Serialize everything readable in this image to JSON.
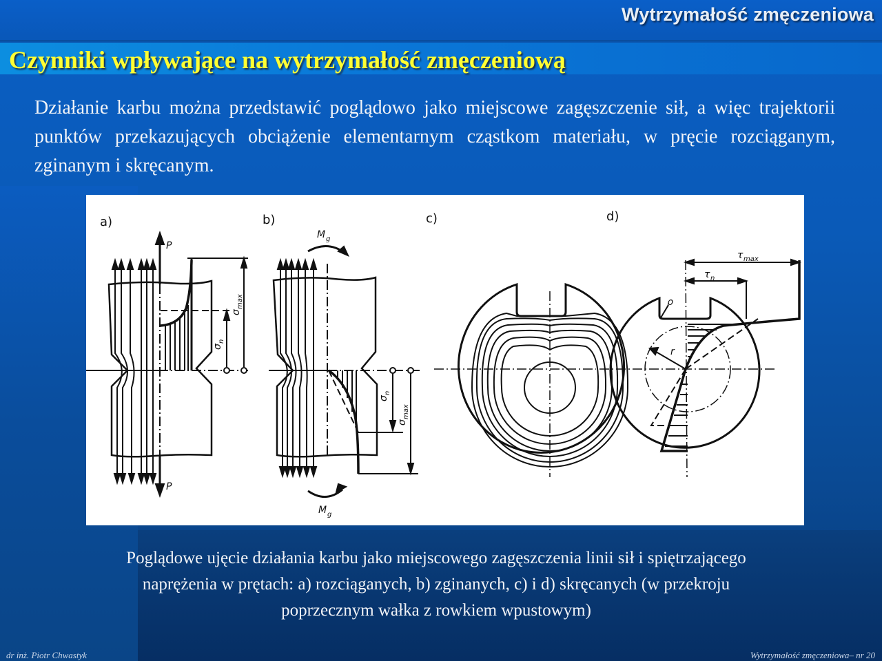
{
  "header": {
    "section_title": "Wytrzymałość zmęczeniowa"
  },
  "slide": {
    "title": "Czynniki wpływające na wytrzymałość zmęczeniową",
    "body": "Działanie karbu można przedstawić poglądowo jako miejscowe zagęszczenie sił, a więc trajektorii punktów przekazujących obciążenie elementarnym cząstkom materiału, w pręcie rozciąganym, zginanym i skręcanym.",
    "caption_lines": [
      "Poglądowe ujęcie działania karbu jako miejscowego zagęszczenia linii sił i spiętrzającego",
      "naprężenia w prętach: a) rozciąganych, b) zginanych, c) i d) skręcanych (w przekroju",
      "poprzecznym wałka z rowkiem wpustowym)"
    ]
  },
  "figure": {
    "panels": {
      "a": {
        "label": "a)",
        "force_top": "P",
        "force_bottom": "P",
        "sigma_max": "σ",
        "sigma_max_sub": "max",
        "sigma_n": "σ",
        "sigma_n_sub": "n"
      },
      "b": {
        "label": "b)",
        "moment_top": "M",
        "moment_top_sub": "g",
        "moment_bottom": "M",
        "moment_bottom_sub": "g",
        "sigma_n": "σ",
        "sigma_n_sub": "n",
        "sigma_max": "σ",
        "sigma_max_sub": "max"
      },
      "c": {
        "label": "c)"
      },
      "d": {
        "label": "d)",
        "tau_max": "τ",
        "tau_max_sub": "max",
        "tau_n": "τ",
        "tau_n_sub": "n",
        "rho": "ρ",
        "r": "r"
      }
    }
  },
  "footer": {
    "author": "dr inż. Piotr Chwastyk",
    "page": "Wytrzymałość zmęczeniowa– nr 20"
  }
}
